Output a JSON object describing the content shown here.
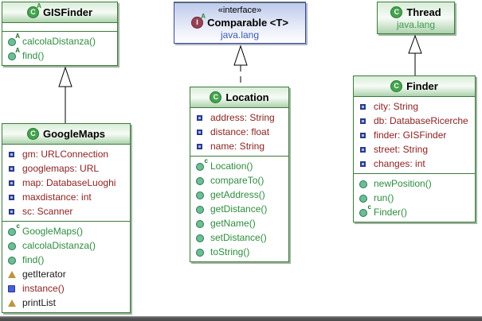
{
  "diagram": {
    "classes": [
      {
        "id": "gisfinder",
        "kind": "abstract-class",
        "name": "GISFinder",
        "fields": [],
        "methods": [
          {
            "label": "calcolaDistanza()",
            "icon": "method-abstract",
            "color": "green"
          },
          {
            "label": "find()",
            "icon": "method-abstract",
            "color": "green"
          }
        ]
      },
      {
        "id": "comparable",
        "kind": "interface",
        "stereotype": "«interface»",
        "name": "Comparable <T>",
        "package": "java.lang"
      },
      {
        "id": "thread",
        "kind": "class",
        "name": "Thread",
        "package": "java.lang"
      },
      {
        "id": "googlemaps",
        "kind": "class",
        "name": "GoogleMaps",
        "fields": [
          "gm: URLConnection",
          "googlemaps: URL",
          "map: DatabaseLuoghi",
          "maxdistance: int",
          "sc: Scanner"
        ],
        "methods": [
          {
            "label": "GoogleMaps()",
            "icon": "constructor",
            "color": "green"
          },
          {
            "label": "calcolaDistanza()",
            "icon": "method",
            "color": "green"
          },
          {
            "label": "find()",
            "icon": "method",
            "color": "green"
          },
          {
            "label": "getIterator",
            "icon": "triangle",
            "color": "black"
          },
          {
            "label": "instance()",
            "icon": "static",
            "color": "maroon"
          },
          {
            "label": "printList",
            "icon": "triangle",
            "color": "black"
          }
        ]
      },
      {
        "id": "location",
        "kind": "class",
        "name": "Location",
        "fields": [
          "address: String",
          "distance: float",
          "name: String"
        ],
        "methods": [
          {
            "label": "Location()",
            "icon": "constructor",
            "color": "green"
          },
          {
            "label": "compareTo()",
            "icon": "method",
            "color": "green"
          },
          {
            "label": "getAddress()",
            "icon": "method",
            "color": "green"
          },
          {
            "label": "getDistance()",
            "icon": "method",
            "color": "green"
          },
          {
            "label": "getName()",
            "icon": "method",
            "color": "green"
          },
          {
            "label": "setDistance()",
            "icon": "method",
            "color": "green"
          },
          {
            "label": "toString()",
            "icon": "method",
            "color": "green"
          }
        ]
      },
      {
        "id": "finder",
        "kind": "class",
        "name": "Finder",
        "fields": [
          "city: String",
          "db: DatabaseRicerche",
          "finder: GISFinder",
          "street: String",
          "changes: int"
        ],
        "methods": [
          {
            "label": "newPosition()",
            "icon": "method",
            "color": "green"
          },
          {
            "label": "run()",
            "icon": "method",
            "color": "green"
          },
          {
            "label": "Finder()",
            "icon": "constructor",
            "color": "green"
          }
        ]
      }
    ],
    "relations": [
      {
        "from": "GoogleMaps",
        "to": "GISFinder",
        "type": "extends",
        "line": "solid"
      },
      {
        "from": "Location",
        "to": "Comparable",
        "type": "implements",
        "line": "dashed"
      },
      {
        "from": "Finder",
        "to": "Thread",
        "type": "extends",
        "line": "solid"
      }
    ],
    "colors": {
      "class_border": "#3c7a3c",
      "class_header_green": "#aed3ae",
      "interface_border": "#3a4898",
      "interface_header_blue": "#bfcbec",
      "field_text": "#8b2222",
      "method_text": "#2f8b3f",
      "package_blue": "#3a5ab4",
      "package_green": "#3f9b4f"
    }
  }
}
